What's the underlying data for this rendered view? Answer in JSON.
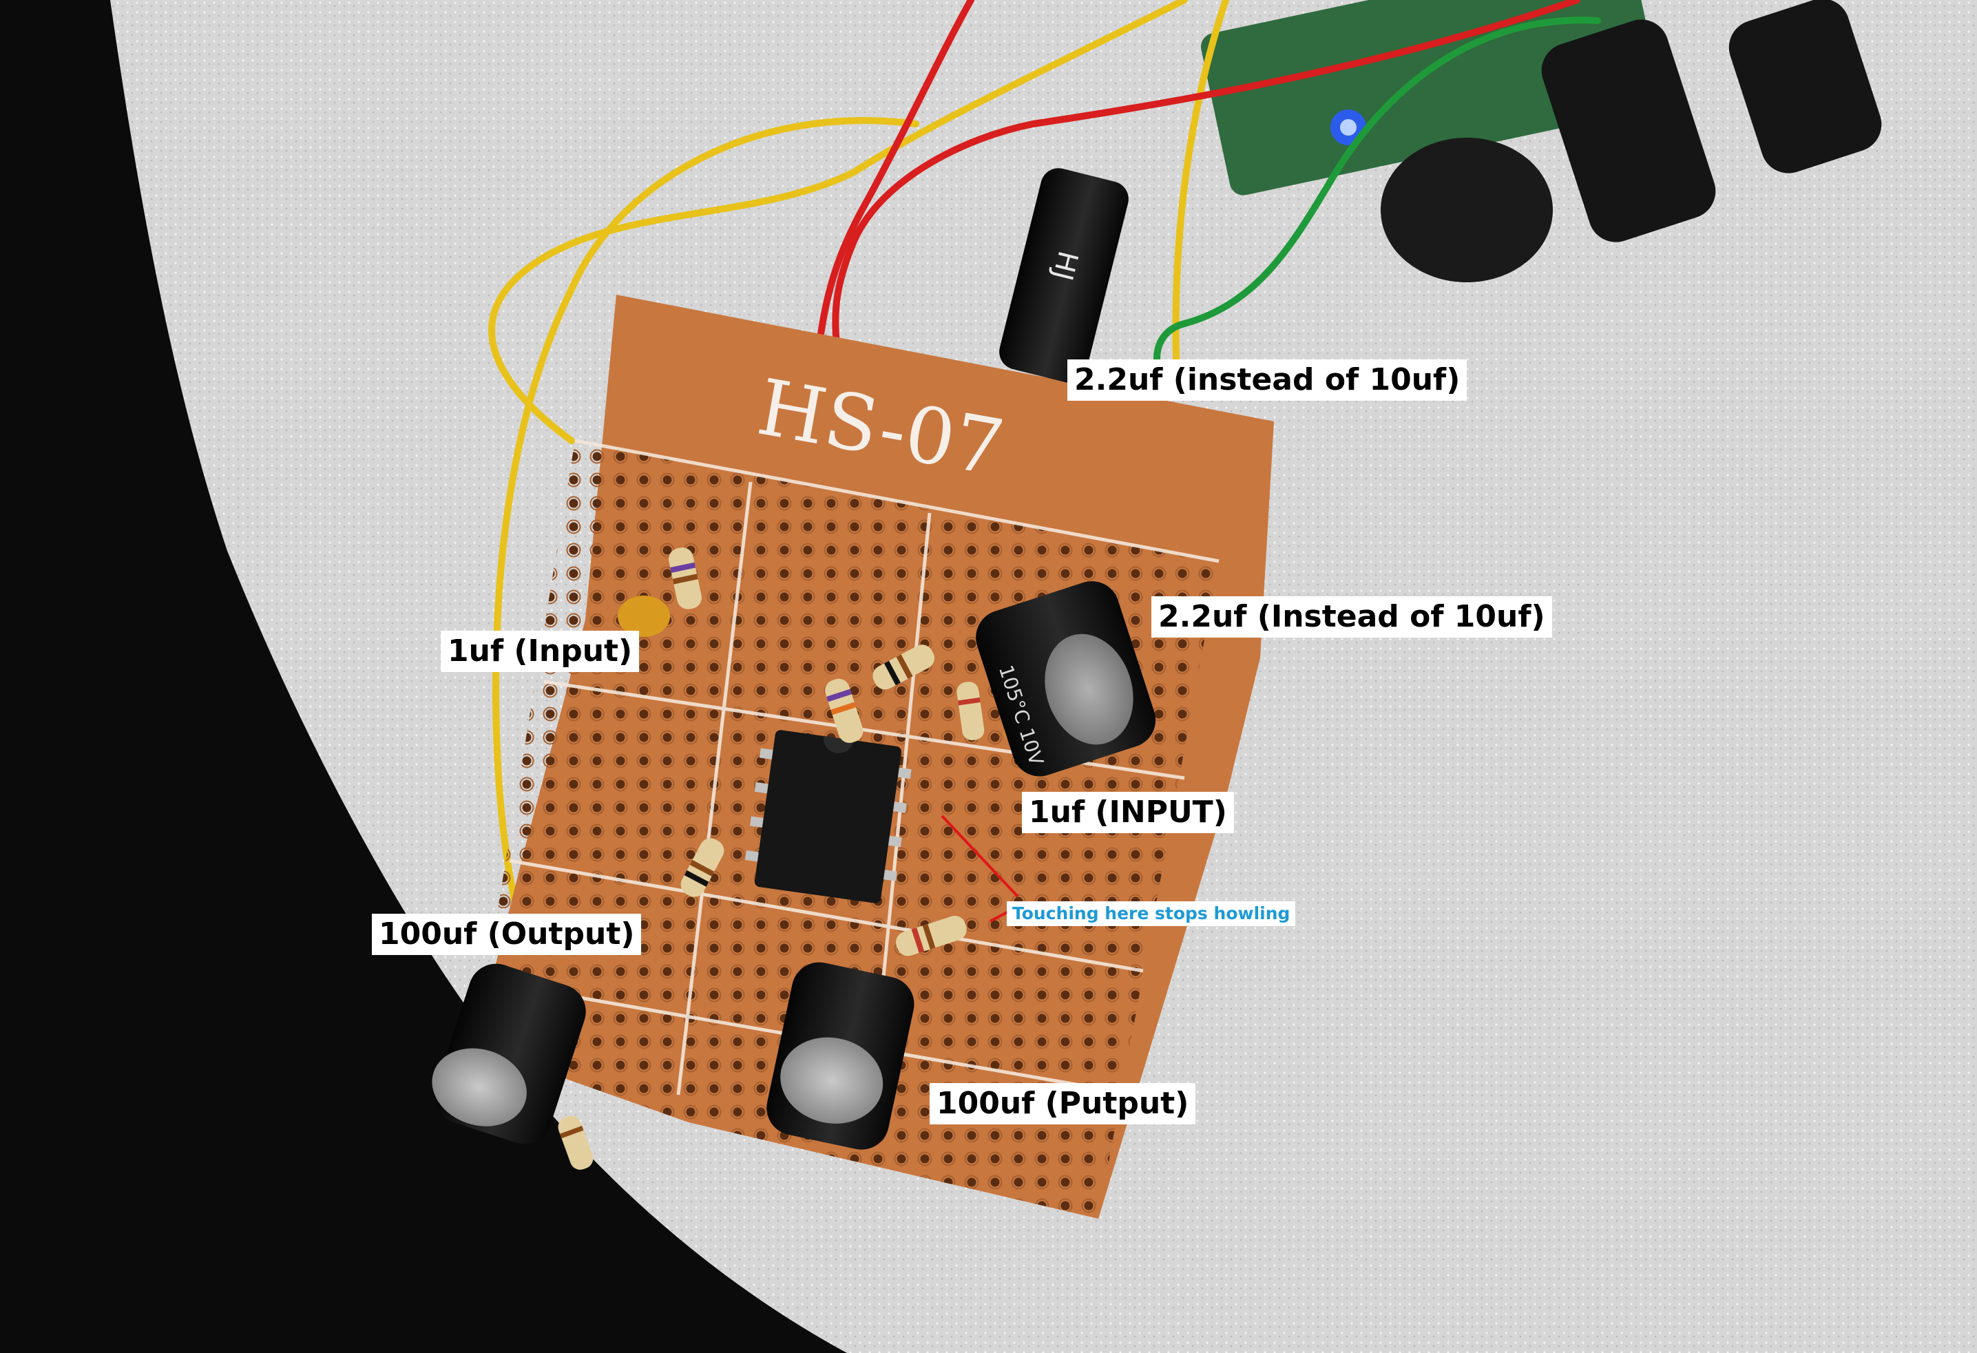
{
  "photo": {
    "board_silkscreen": "HS-07",
    "capacitor_markings": {
      "cap_top": "HJ",
      "cap_right": "105°C 10V"
    },
    "colors": {
      "background_dark": "#0b0b0b",
      "foam": "#d9d9d9",
      "pcb": "#c8773f",
      "wire_yellow": "#e8c21a",
      "wire_red": "#d81e1e",
      "wire_green": "#1f9a3a",
      "annotation_arrow": "#e01818",
      "note_text": "#1e9ad6"
    }
  },
  "annotations": {
    "cap_top": "2.2uf (instead of 10uf)",
    "cap_right": "2.2uf (Instead of 10uf)",
    "input_left": "1uf (Input)",
    "input_right": "1uf (INPUT)",
    "output_left": "100uf (Output)",
    "output_right": "100uf (Putput)",
    "note": "Touching here stops howling"
  }
}
